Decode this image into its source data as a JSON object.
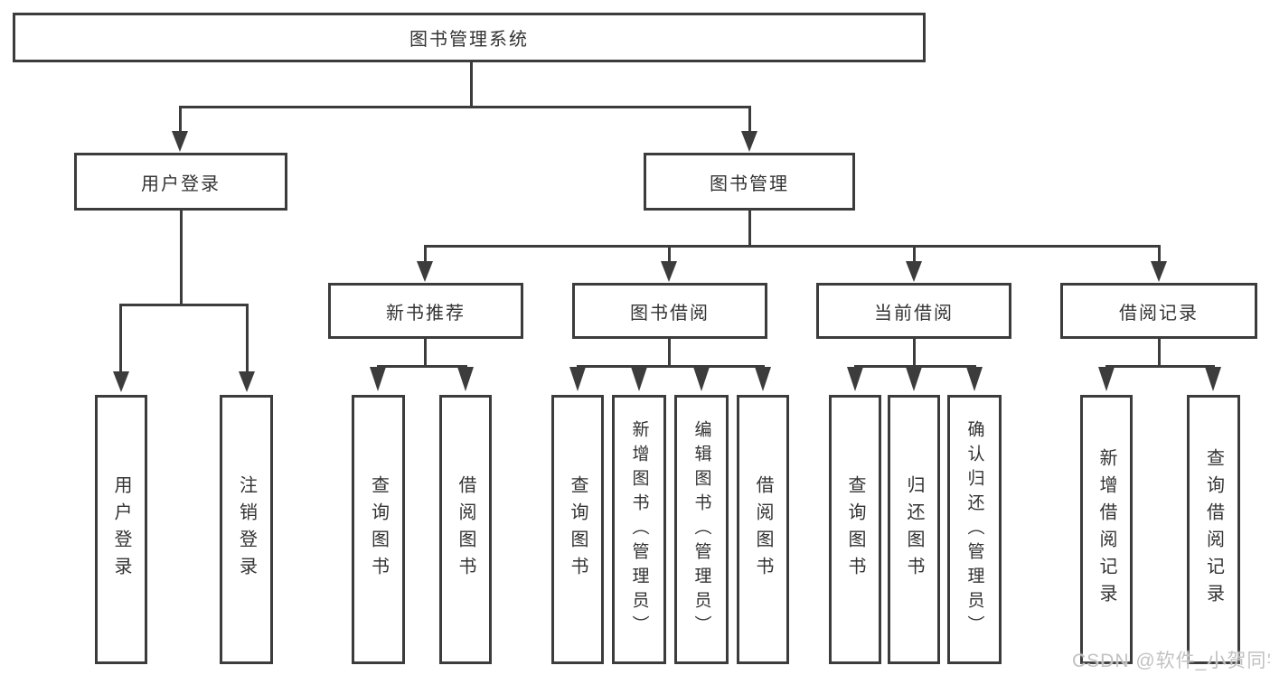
{
  "diagram": {
    "type": "hierarchy-tree",
    "title": "图书管理系统",
    "structure": {
      "图书管理系统": {
        "用户登录": [
          "用户登录",
          "注销登录"
        ],
        "图书管理": {
          "新书推荐": [
            "查询图书",
            "借阅图书"
          ],
          "图书借阅": [
            "查询图书",
            "新增图书（管理员）",
            "编辑图书（管理员）",
            "借阅图书"
          ],
          "当前借阅": [
            "查询图书",
            "归还图书",
            "确认归还（管理员）"
          ],
          "借阅记录": [
            "新增借阅记录",
            "查询借阅记录"
          ]
        }
      }
    }
  },
  "nodes": {
    "root": "图书管理系统",
    "user_login": "用户登录",
    "book_mgmt": "图书管理",
    "new_rec": "新书推荐",
    "book_borrow": "图书借阅",
    "cur_borrow": "当前借阅",
    "borrow_rec": "借阅记录",
    "ul1": "用户登录",
    "ul2": "注销登录",
    "nr1": "查询图书",
    "nr2": "借阅图书",
    "bb1": "查询图书",
    "bb2": "新增图书（管理员）",
    "bb3": "编辑图书（管理员）",
    "bb4": "借阅图书",
    "cb1": "查询图书",
    "cb2": "归还图书",
    "cb3": "确认归还（管理员）",
    "br1": "新增借阅记录",
    "br2": "查询借阅记录"
  },
  "watermark": {
    "text": "CSDN @软件_小贺同学"
  },
  "colors": {
    "line": "#3c3c3c",
    "text": "#333333",
    "box_fill": "#ffffff",
    "background": "#ffffff",
    "watermark": "#c2c2c2"
  }
}
